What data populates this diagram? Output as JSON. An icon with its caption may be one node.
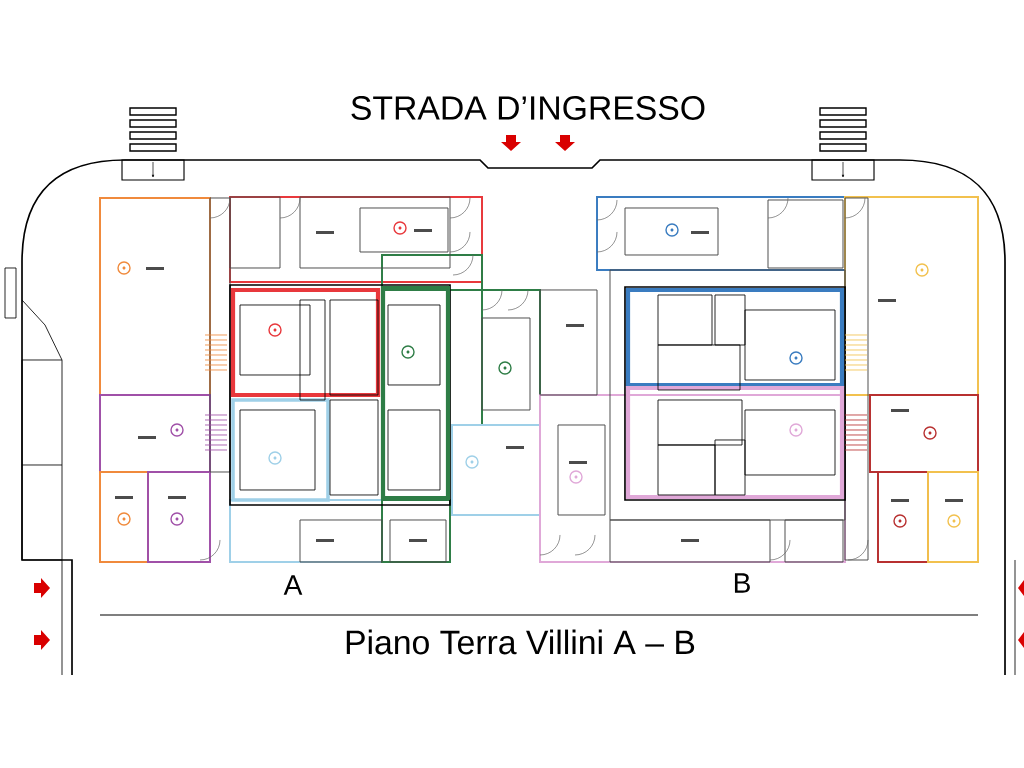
{
  "diagram": {
    "caption": "Piano Terra Villini A – B",
    "labels": [
      "STRADA D’INGRESSO",
      "A",
      "B"
    ]
  }
}
